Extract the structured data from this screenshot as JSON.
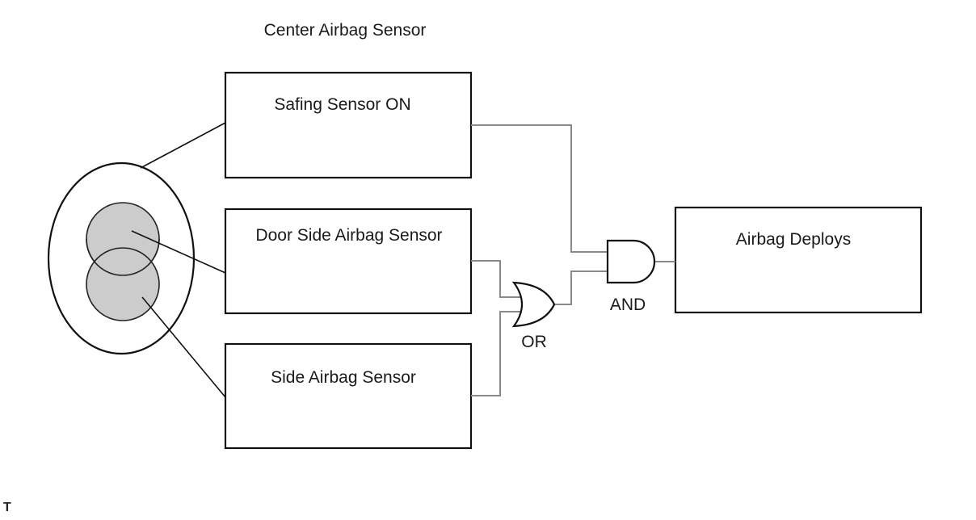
{
  "title": "Center Airbag Sensor",
  "boxes": {
    "safing": "Safing Sensor ON",
    "door_side": "Door Side Airbag Sensor",
    "side": "Side Airbag Sensor",
    "deploy": "Airbag Deploys"
  },
  "gates": {
    "or": "OR",
    "and": "AND"
  },
  "corner_mark": "T"
}
